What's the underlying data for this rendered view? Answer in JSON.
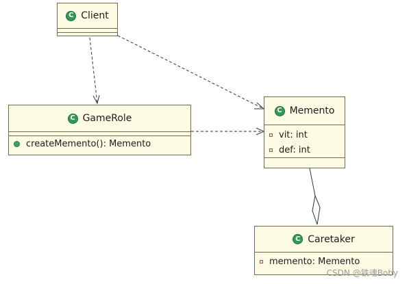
{
  "classes": {
    "client": {
      "name": "Client"
    },
    "game_role": {
      "name": "GameRole",
      "operations": [
        "createMemento(): Memento"
      ]
    },
    "memento": {
      "name": "Memento",
      "attributes": [
        "vit: int",
        "def: int"
      ]
    },
    "caretaker": {
      "name": "Caretaker",
      "attributes": [
        "memento: Memento"
      ]
    }
  },
  "watermark": "CSDN @铁魂Boby",
  "colors": {
    "class_fill": "#fdfbe3",
    "class_border": "#6f6a4c",
    "class_icon": "#2f9a53",
    "private_icon": "#b84a4a",
    "public_icon": "#3fa35d",
    "edge": "#333333"
  }
}
